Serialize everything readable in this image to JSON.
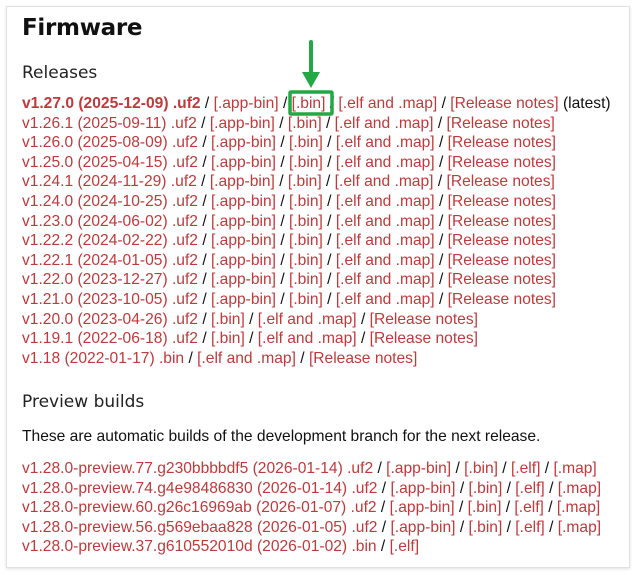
{
  "title": "Firmware",
  "releases_heading": "Releases",
  "separator": " / ",
  "releases": [
    {
      "main": "v1.27.0 (2025-12-09) .uf2",
      "links": [
        "[.app-bin]",
        "[.bin]",
        "[.elf and .map]",
        "[Release notes]"
      ],
      "suffix": "(latest)",
      "latest": true
    },
    {
      "main": "v1.26.1 (2025-09-11) .uf2",
      "links": [
        "[.app-bin]",
        "[.bin]",
        "[.elf and .map]",
        "[Release notes]"
      ]
    },
    {
      "main": "v1.26.0 (2025-08-09) .uf2",
      "links": [
        "[.app-bin]",
        "[.bin]",
        "[.elf and .map]",
        "[Release notes]"
      ]
    },
    {
      "main": "v1.25.0 (2025-04-15) .uf2",
      "links": [
        "[.app-bin]",
        "[.bin]",
        "[.elf and .map]",
        "[Release notes]"
      ]
    },
    {
      "main": "v1.24.1 (2024-11-29) .uf2",
      "links": [
        "[.app-bin]",
        "[.bin]",
        "[.elf and .map]",
        "[Release notes]"
      ]
    },
    {
      "main": "v1.24.0 (2024-10-25) .uf2",
      "links": [
        "[.app-bin]",
        "[.bin]",
        "[.elf and .map]",
        "[Release notes]"
      ]
    },
    {
      "main": "v1.23.0 (2024-06-02) .uf2",
      "links": [
        "[.app-bin]",
        "[.bin]",
        "[.elf and .map]",
        "[Release notes]"
      ]
    },
    {
      "main": "v1.22.2 (2024-02-22) .uf2",
      "links": [
        "[.app-bin]",
        "[.bin]",
        "[.elf and .map]",
        "[Release notes]"
      ]
    },
    {
      "main": "v1.22.1 (2024-01-05) .uf2",
      "links": [
        "[.app-bin]",
        "[.bin]",
        "[.elf and .map]",
        "[Release notes]"
      ]
    },
    {
      "main": "v1.22.0 (2023-12-27) .uf2",
      "links": [
        "[.app-bin]",
        "[.bin]",
        "[.elf and .map]",
        "[Release notes]"
      ]
    },
    {
      "main": "v1.21.0 (2023-10-05) .uf2",
      "links": [
        "[.app-bin]",
        "[.bin]",
        "[.elf and .map]",
        "[Release notes]"
      ]
    },
    {
      "main": "v1.20.0 (2023-04-26) .uf2",
      "links": [
        "[.bin]",
        "[.elf and .map]",
        "[Release notes]"
      ]
    },
    {
      "main": "v1.19.1 (2022-06-18) .uf2",
      "links": [
        "[.bin]",
        "[.elf and .map]",
        "[Release notes]"
      ]
    },
    {
      "main": "v1.18 (2022-01-17) .bin",
      "links": [
        "[.elf and .map]",
        "[Release notes]"
      ]
    }
  ],
  "preview_heading": "Preview builds",
  "preview_description": "These are automatic builds of the development branch for the next release.",
  "previews": [
    {
      "main": "v1.28.0-preview.77.g230bbbbdf5 (2026-01-14) .uf2",
      "links": [
        "[.app-bin]",
        "[.bin]",
        "[.elf]",
        "[.map]"
      ]
    },
    {
      "main": "v1.28.0-preview.74.g4e98486830 (2026-01-14) .uf2",
      "links": [
        "[.app-bin]",
        "[.bin]",
        "[.elf]",
        "[.map]"
      ]
    },
    {
      "main": "v1.28.0-preview.60.g26c16969ab (2026-01-07) .uf2",
      "links": [
        "[.app-bin]",
        "[.bin]",
        "[.elf]",
        "[.map]"
      ]
    },
    {
      "main": "v1.28.0-preview.56.g569ebaa828 (2026-01-05) .uf2",
      "links": [
        "[.app-bin]",
        "[.bin]",
        "[.elf]",
        "[.map]"
      ]
    },
    {
      "main": "v1.28.0-preview.37.g610552010d (2026-01-02) .bin",
      "links": [
        "[.elf]"
      ]
    }
  ],
  "colors": {
    "link": "#c0393b",
    "highlight": "#22a845"
  }
}
